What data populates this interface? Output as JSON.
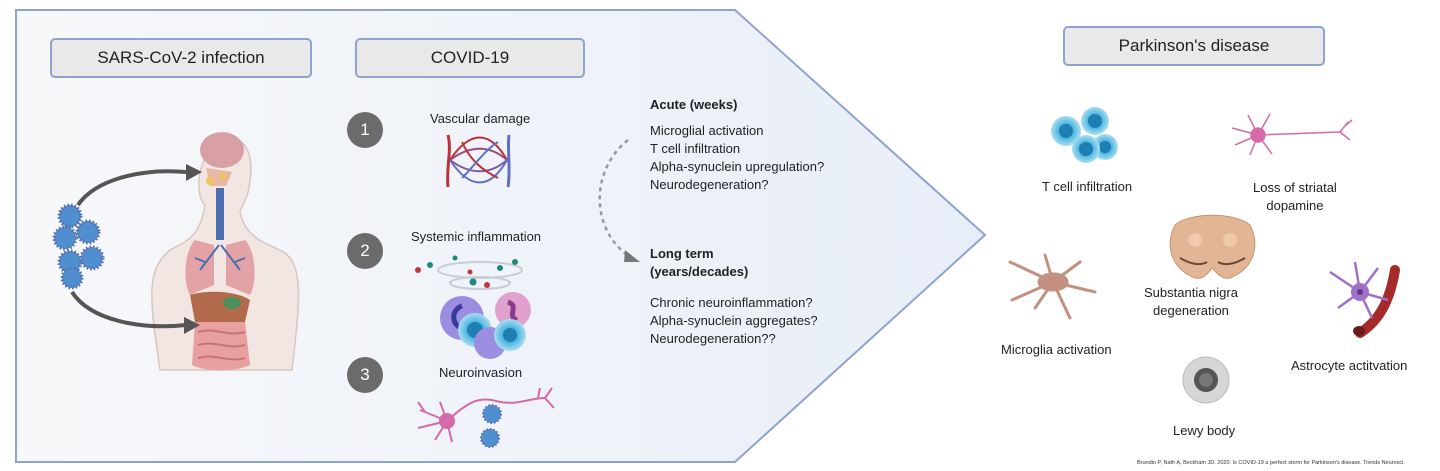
{
  "headers": {
    "infection": "SARS-CoV-2 infection",
    "covid": "COVID-19",
    "parkinsons": "Parkinson's disease"
  },
  "mechanisms": [
    {
      "number": "1",
      "label": "Vascular damage",
      "icon": "blood-vessel-icon"
    },
    {
      "number": "2",
      "label": "Systemic inflammation",
      "icon": "immune-cells-icon"
    },
    {
      "number": "3",
      "label": "Neuroinvasion",
      "icon": "infected-neuron-icon"
    }
  ],
  "acute": {
    "title": "Acute (weeks)",
    "items": [
      "Microglial activation",
      "T cell infiltration",
      "Alpha-synuclein upregulation?",
      "Neurodegeneration?"
    ]
  },
  "long_term": {
    "title_line1": "Long term",
    "title_line2": "(years/decades)",
    "items": [
      "Chronic neuroinflammation?",
      "Alpha-synuclein aggregates?",
      "Neurodegeneration??"
    ]
  },
  "pd_features": {
    "t_cell": "T cell infiltration",
    "dopamine_line1": "Loss of striatal",
    "dopamine_line2": "dopamine",
    "substantia_line1": "Substantia nigra",
    "substantia_line2": "degeneration",
    "microglia": "Microglia activation",
    "astrocyte": "Astrocyte actitvation",
    "lewy": "Lewy body"
  },
  "citation": "Brundin P, Nath A, Beckham JD. 2020. Is COVID-19 a perfect storm for Parkinson's disease. Trends Neurosci.",
  "colors": {
    "panel_border": "#8ea3cf",
    "header_fill": "#e9e9ea",
    "number_badge": "#6b6b6b",
    "artery": "#b8343a",
    "vein": "#6070c0",
    "t_cell": "#4fb6e0",
    "neuron_pink": "#d46aa8"
  }
}
